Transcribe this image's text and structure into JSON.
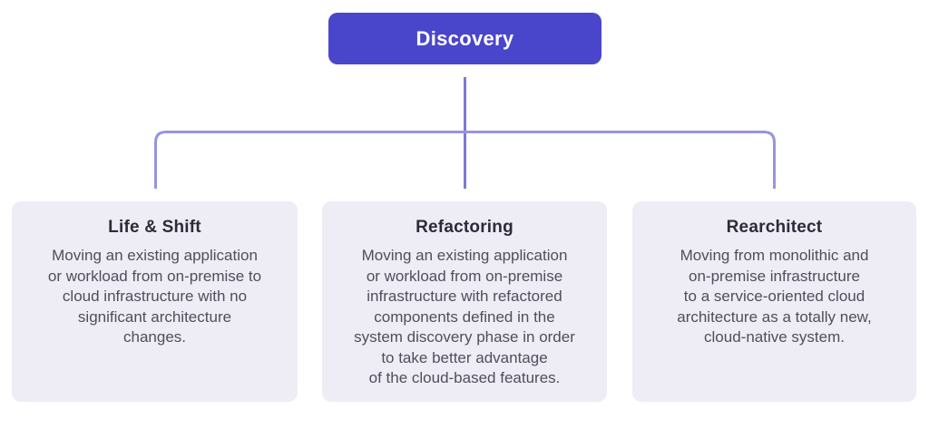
{
  "flowchart": {
    "root": {
      "label": "Discovery"
    },
    "nodes": [
      {
        "title": "Life & Shift",
        "description": "Moving an existing application\nor workload from on-premise to\ncloud infrastructure with no\nsignificant architecture\nchanges."
      },
      {
        "title": "Refactoring",
        "description": "Moving an existing application\nor workload from on-premise\ninfrastructure with refactored\ncomponents defined in the\nsystem discovery phase in order\nto take better advantage\nof the cloud-based features."
      },
      {
        "title": "Rearchitect",
        "description": "Moving from monolithic and\non-premise infrastructure\nto a service-oriented cloud\narchitecture as a totally new,\ncloud-native system."
      }
    ],
    "colors": {
      "root_fill": "#4a46cb",
      "root_text": "#ffffff",
      "card_bg": "#eeedf6",
      "heading": "#2c2b38",
      "body": "#4f4e5b",
      "connector": "#9893e2",
      "stem": "#7f79d8"
    }
  }
}
